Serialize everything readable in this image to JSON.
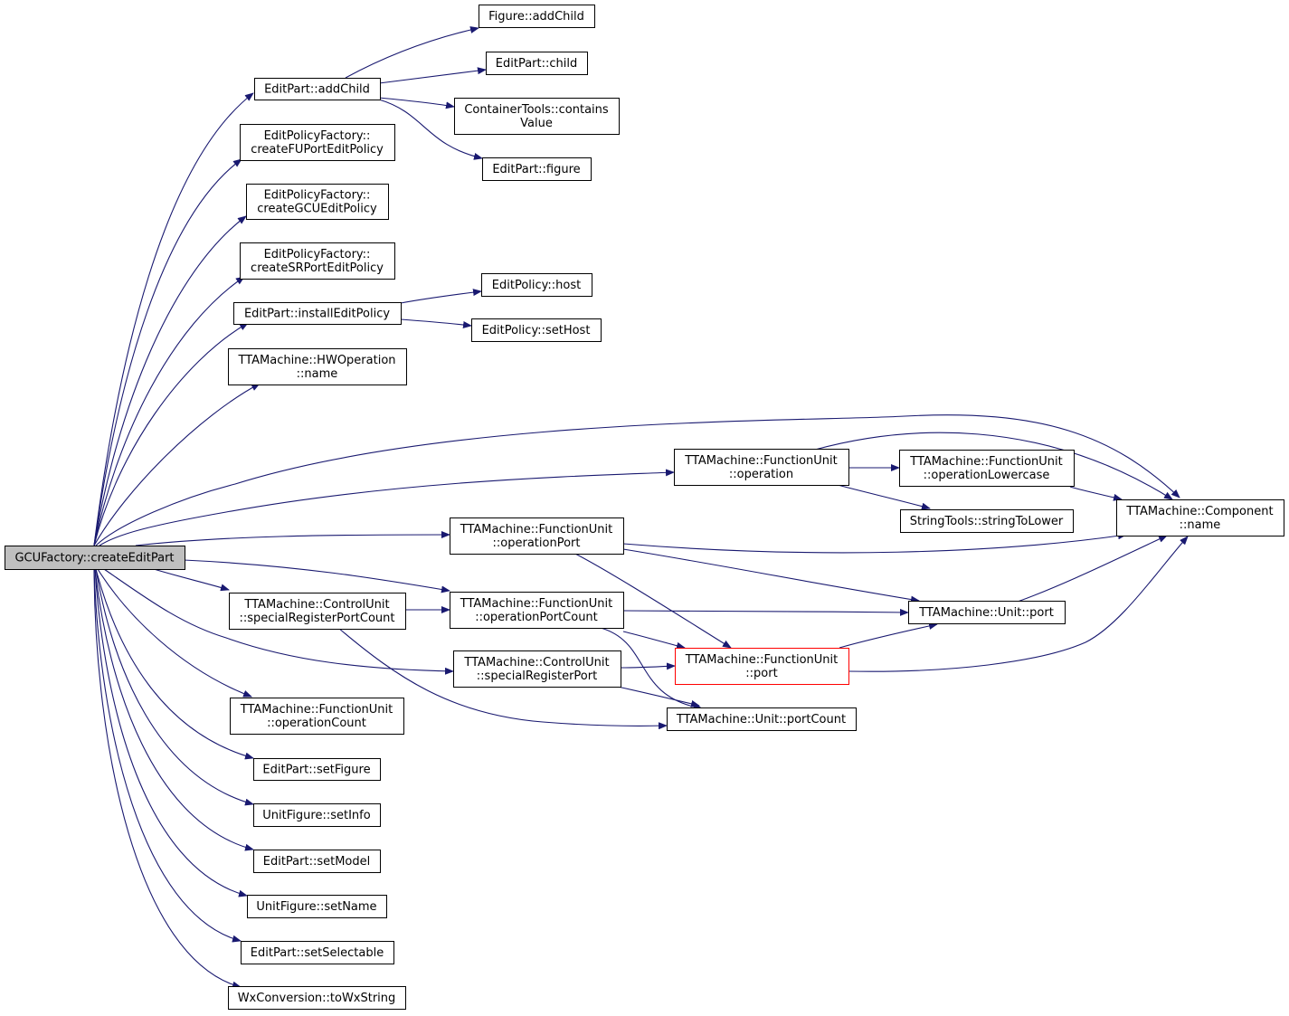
{
  "nodes": {
    "root": [
      "GCUFactory::createEditPart"
    ],
    "addChild": [
      "EditPart::addChild"
    ],
    "fig_addChild": [
      "Figure::addChild"
    ],
    "child": [
      "EditPart::child"
    ],
    "containsValue": [
      "ContainerTools::contains",
      "Value"
    ],
    "figure": [
      "EditPart::figure"
    ],
    "createFU": [
      "EditPolicyFactory::",
      "createFUPortEditPolicy"
    ],
    "createGCU": [
      "EditPolicyFactory::",
      "createGCUEditPolicy"
    ],
    "createSR": [
      "EditPolicyFactory::",
      "createSRPortEditPolicy"
    ],
    "installEP": [
      "EditPart::installEditPolicy"
    ],
    "host": [
      "EditPolicy::host"
    ],
    "setHost": [
      "EditPolicy::setHost"
    ],
    "hwName": [
      "TTAMachine::HWOperation",
      "::name"
    ],
    "fuOperation": [
      "TTAMachine::FunctionUnit",
      "::operation"
    ],
    "opLower": [
      "TTAMachine::FunctionUnit",
      "::operationLowercase"
    ],
    "strLower": [
      "StringTools::stringToLower"
    ],
    "compName": [
      "TTAMachine::Component",
      "::name"
    ],
    "opPort": [
      "TTAMachine::FunctionUnit",
      "::operationPort"
    ],
    "cuSRPC": [
      "TTAMachine::ControlUnit",
      "::specialRegisterPortCount"
    ],
    "opPortCount": [
      "TTAMachine::FunctionUnit",
      "::operationPortCount"
    ],
    "unitPort": [
      "TTAMachine::Unit::port"
    ],
    "cuSRP": [
      "TTAMachine::ControlUnit",
      "::specialRegisterPort"
    ],
    "fuPort": [
      "TTAMachine::FunctionUnit",
      "::port"
    ],
    "unitPortCount": [
      "TTAMachine::Unit::portCount"
    ],
    "opCount": [
      "TTAMachine::FunctionUnit",
      "::operationCount"
    ],
    "setFigure": [
      "EditPart::setFigure"
    ],
    "setInfo": [
      "UnitFigure::setInfo"
    ],
    "setModel": [
      "EditPart::setModel"
    ],
    "setName": [
      "UnitFigure::setName"
    ],
    "setSelectable": [
      "EditPart::setSelectable"
    ],
    "toWx": [
      "WxConversion::toWxString"
    ]
  },
  "colors": {
    "edge": "#191970",
    "root_fill": "#bfbfbf",
    "highlight_border": "#ff0000"
  }
}
